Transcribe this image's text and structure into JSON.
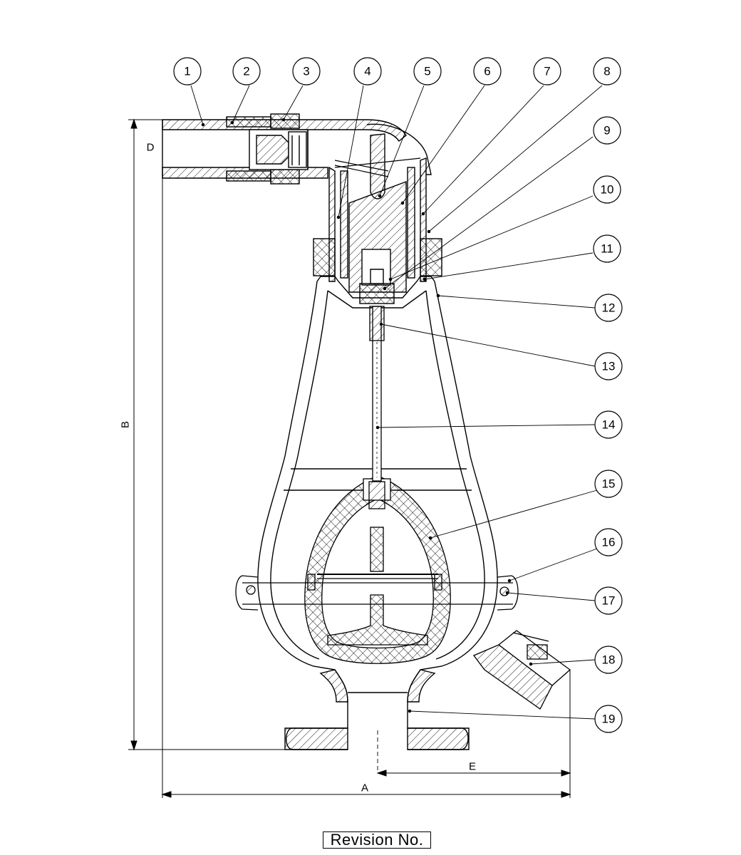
{
  "balloons": [
    "1",
    "2",
    "3",
    "4",
    "5",
    "6",
    "7",
    "8",
    "9",
    "10",
    "11",
    "12",
    "13",
    "14",
    "15",
    "16",
    "17",
    "18",
    "19"
  ],
  "dimensions": {
    "A": "A",
    "B": "B",
    "D": "D",
    "E": "E"
  },
  "revision_label": "Revision No."
}
